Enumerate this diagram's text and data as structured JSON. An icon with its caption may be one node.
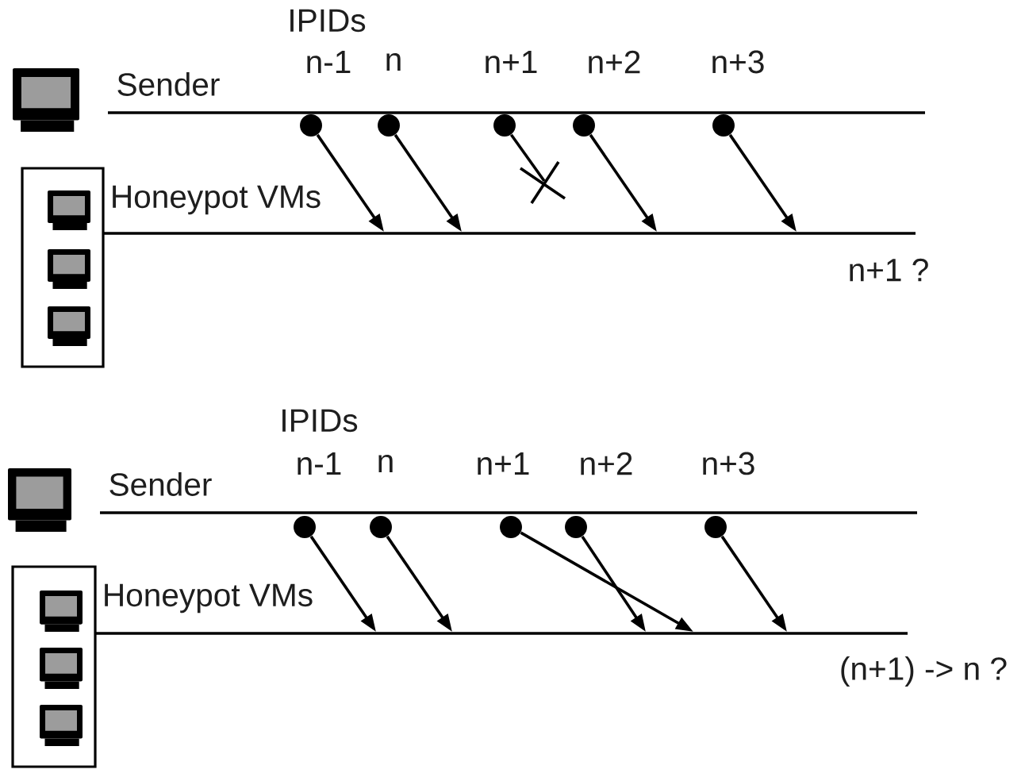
{
  "diagram": {
    "nodes": [
      {
        "text": [],
        "shape": "circle",
        "beside": [
          "n-1"
        ]
      },
      {
        "text": [],
        "shape": "circle",
        "beside": [
          "n"
        ]
      },
      {
        "text": [],
        "shape": "circle",
        "beside": [
          "n+1"
        ]
      },
      {
        "text": [],
        "shape": "circle",
        "beside": [
          "n+2"
        ]
      },
      {
        "text": [],
        "shape": "circle",
        "beside": [
          "n+3"
        ]
      },
      {
        "text": [],
        "shape": "circle",
        "beside": [
          "n-1"
        ]
      },
      {
        "text": [],
        "shape": "circle",
        "beside": [
          "n"
        ]
      },
      {
        "text": [],
        "shape": "circle",
        "beside": [
          "n+1"
        ]
      },
      {
        "text": [],
        "shape": "circle",
        "beside": [
          "n+2"
        ]
      },
      {
        "text": [],
        "shape": "circle",
        "beside": [
          "n+3"
        ]
      }
    ],
    "edges": [
      {
        "from": 0,
        "to": null,
        "arrow": "to"
      },
      {
        "from": 1,
        "to": null,
        "arrow": "to"
      },
      {
        "from": 2,
        "to": null,
        "arrow": "none"
      },
      {
        "from": 3,
        "to": null,
        "arrow": "to"
      },
      {
        "from": 4,
        "to": null,
        "arrow": "to"
      },
      {
        "from": 5,
        "to": null,
        "arrow": "to"
      },
      {
        "from": 6,
        "to": null,
        "arrow": "to"
      },
      {
        "from": 7,
        "to": null,
        "arrow": "to"
      },
      {
        "from": 8,
        "to": null,
        "arrow": "to"
      },
      {
        "from": 9,
        "to": null,
        "arrow": "to"
      }
    ],
    "labels": [
      "IPIDs",
      "Sender",
      "Honeypot VMs",
      "n+1 ?",
      "IPIDs",
      "Sender",
      "Honeypot VMs",
      "(n+1) -> n ?"
    ]
  }
}
